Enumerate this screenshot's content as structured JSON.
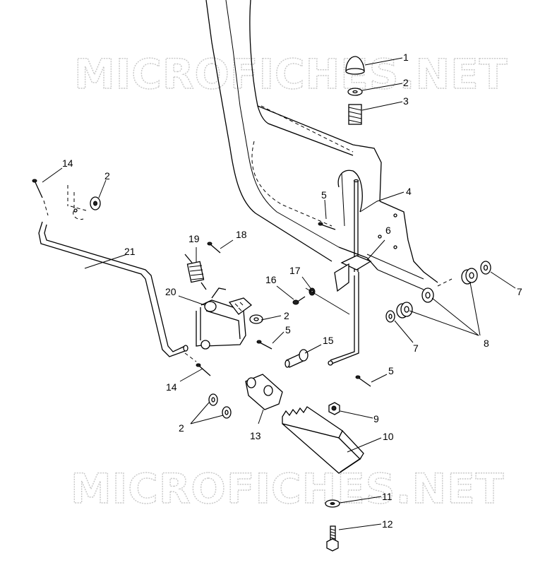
{
  "watermark": {
    "top": "MICROFICHES.NET",
    "bottom": "MICROFICHES.NET"
  },
  "callouts": [
    {
      "id": "c1",
      "text": "1"
    },
    {
      "id": "c2a",
      "text": "2"
    },
    {
      "id": "c3",
      "text": "3"
    },
    {
      "id": "c4",
      "text": "4"
    },
    {
      "id": "c5a",
      "text": "5"
    },
    {
      "id": "c6",
      "text": "6"
    },
    {
      "id": "c7a",
      "text": "7"
    },
    {
      "id": "c7b",
      "text": "7"
    },
    {
      "id": "c8",
      "text": "8"
    },
    {
      "id": "c9",
      "text": "9"
    },
    {
      "id": "c10",
      "text": "10"
    },
    {
      "id": "c11",
      "text": "11"
    },
    {
      "id": "c12",
      "text": "12"
    },
    {
      "id": "c13",
      "text": "13"
    },
    {
      "id": "c14a",
      "text": "14"
    },
    {
      "id": "c14b",
      "text": "14"
    },
    {
      "id": "c15",
      "text": "15"
    },
    {
      "id": "c16",
      "text": "16"
    },
    {
      "id": "c17",
      "text": "17"
    },
    {
      "id": "c18",
      "text": "18"
    },
    {
      "id": "c19",
      "text": "19"
    },
    {
      "id": "c20",
      "text": "20"
    },
    {
      "id": "c21",
      "text": "21"
    },
    {
      "id": "c2b",
      "text": "2"
    },
    {
      "id": "c2c",
      "text": "2"
    },
    {
      "id": "c2d",
      "text": "2"
    },
    {
      "id": "c5b",
      "text": "5"
    },
    {
      "id": "c5c",
      "text": "5"
    }
  ]
}
